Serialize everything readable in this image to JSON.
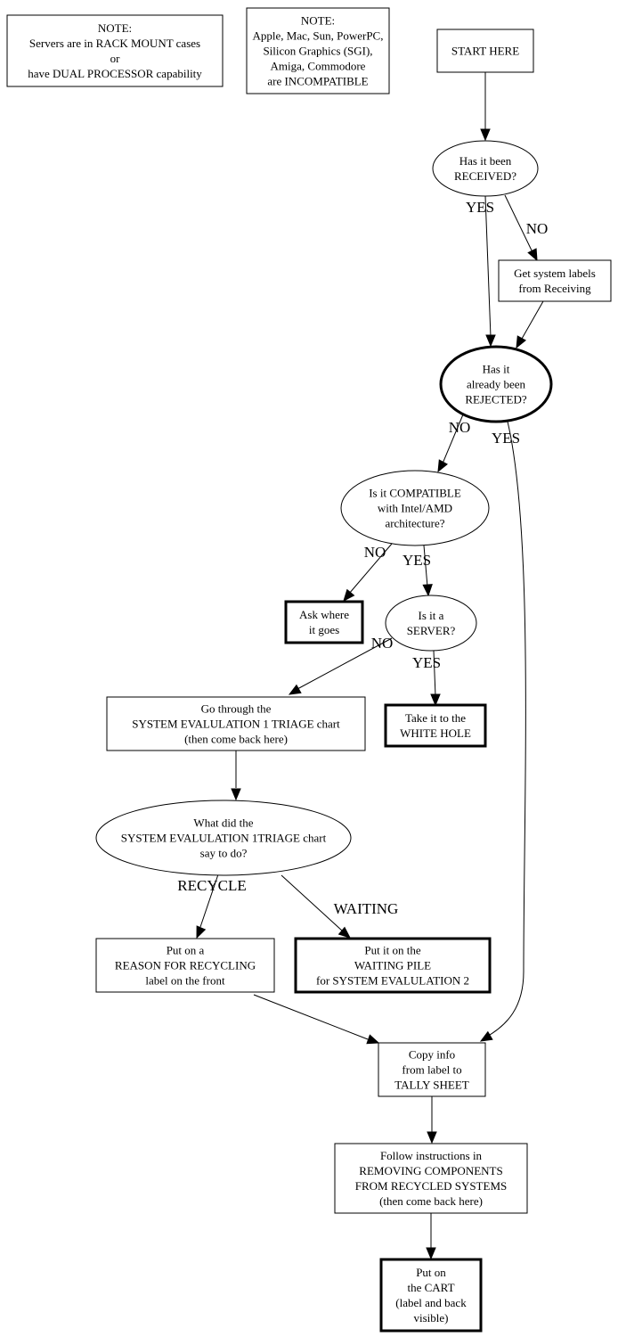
{
  "diagram": {
    "type": "flowchart",
    "colors": {
      "line": "#000000",
      "background": "#ffffff",
      "fill": "#ffffff"
    },
    "nodes": [
      {
        "id": "note_servers",
        "shape": "box",
        "emphasis": "normal",
        "lines": [
          "NOTE:",
          "Servers are in RACK MOUNT cases",
          "or",
          "have DUAL PROCESSOR capability"
        ]
      },
      {
        "id": "note_incompatible",
        "shape": "box",
        "emphasis": "normal",
        "lines": [
          "NOTE:",
          "Apple, Mac, Sun, PowerPC,",
          "Silicon Graphics (SGI),",
          "Amiga, Commodore",
          "are INCOMPATIBLE"
        ]
      },
      {
        "id": "start",
        "shape": "box",
        "emphasis": "normal",
        "lines": [
          "START HERE"
        ]
      },
      {
        "id": "received",
        "shape": "ellipse",
        "emphasis": "normal",
        "lines": [
          "Has it been",
          "RECEIVED?"
        ]
      },
      {
        "id": "get_labels",
        "shape": "box",
        "emphasis": "normal",
        "lines": [
          "Get system labels",
          "from Receiving"
        ]
      },
      {
        "id": "rejected",
        "shape": "ellipse",
        "emphasis": "bold",
        "lines": [
          "Has it",
          "already been",
          "REJECTED?"
        ]
      },
      {
        "id": "compatible",
        "shape": "ellipse",
        "emphasis": "normal",
        "lines": [
          "Is it COMPATIBLE",
          "with Intel/AMD",
          "architecture?"
        ]
      },
      {
        "id": "ask",
        "shape": "box",
        "emphasis": "bold",
        "lines": [
          "Ask where",
          "it goes"
        ]
      },
      {
        "id": "server",
        "shape": "ellipse",
        "emphasis": "normal",
        "lines": [
          "Is it a",
          "SERVER?"
        ]
      },
      {
        "id": "triage",
        "shape": "box",
        "emphasis": "normal",
        "lines": [
          "Go through the",
          "SYSTEM EVALULATION 1 TRIAGE chart",
          "(then come back here)"
        ]
      },
      {
        "id": "white_hole",
        "shape": "box",
        "emphasis": "bold",
        "lines": [
          "Take it to the",
          "WHITE HOLE"
        ]
      },
      {
        "id": "what_did",
        "shape": "ellipse",
        "emphasis": "normal",
        "lines": [
          "What did the",
          "SYSTEM EVALULATION 1TRIAGE chart",
          "say to do?"
        ]
      },
      {
        "id": "reason_label",
        "shape": "box",
        "emphasis": "normal",
        "lines": [
          "Put on a",
          "REASON FOR RECYCLING",
          "label on the front"
        ]
      },
      {
        "id": "waiting_pile",
        "shape": "box",
        "emphasis": "bold",
        "lines": [
          "Put it on the",
          "WAITING PILE",
          "for SYSTEM EVALULATION 2"
        ]
      },
      {
        "id": "tally",
        "shape": "box",
        "emphasis": "normal",
        "lines": [
          "Copy info",
          "from label to",
          "TALLY SHEET"
        ]
      },
      {
        "id": "remove",
        "shape": "box",
        "emphasis": "normal",
        "lines": [
          "Follow instructions in",
          "REMOVING COMPONENTS",
          "FROM RECYCLED SYSTEMS",
          "(then come back here)"
        ]
      },
      {
        "id": "cart",
        "shape": "box",
        "emphasis": "bold",
        "lines": [
          "Put on",
          "the CART",
          "(label and back",
          "visible)"
        ]
      }
    ],
    "edges": [
      {
        "from": "start",
        "to": "received",
        "label": ""
      },
      {
        "from": "received",
        "to": "rejected",
        "label": "YES"
      },
      {
        "from": "received",
        "to": "get_labels",
        "label": "NO"
      },
      {
        "from": "get_labels",
        "to": "rejected",
        "label": ""
      },
      {
        "from": "rejected",
        "to": "compatible",
        "label": "NO"
      },
      {
        "from": "rejected",
        "to": "tally",
        "label": "YES"
      },
      {
        "from": "compatible",
        "to": "ask",
        "label": "NO"
      },
      {
        "from": "compatible",
        "to": "server",
        "label": "YES"
      },
      {
        "from": "server",
        "to": "triage",
        "label": "NO"
      },
      {
        "from": "server",
        "to": "white_hole",
        "label": "YES"
      },
      {
        "from": "triage",
        "to": "what_did",
        "label": ""
      },
      {
        "from": "what_did",
        "to": "reason_label",
        "label": "RECYCLE"
      },
      {
        "from": "what_did",
        "to": "waiting_pile",
        "label": "WAITING"
      },
      {
        "from": "reason_label",
        "to": "tally",
        "label": ""
      },
      {
        "from": "tally",
        "to": "remove",
        "label": ""
      },
      {
        "from": "remove",
        "to": "cart",
        "label": ""
      }
    ]
  }
}
